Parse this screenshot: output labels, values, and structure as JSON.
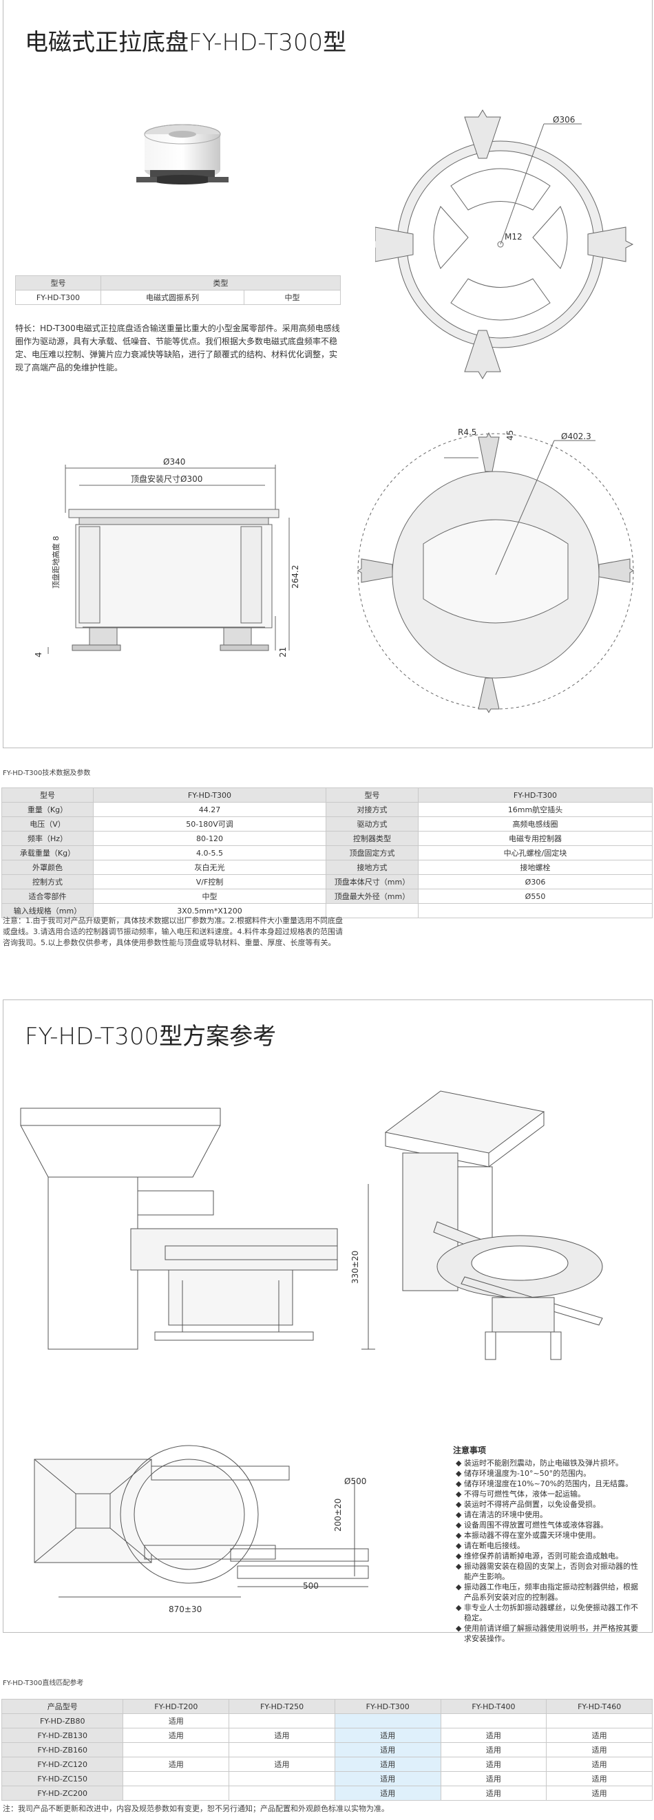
{
  "page": {
    "title": "电磁式正拉底盘FY-HD-T300型",
    "small_table": {
      "head": [
        "型号",
        "类型"
      ],
      "row": [
        "FY-HD-T300",
        "电磁式圆振系列",
        "中型"
      ]
    },
    "description": "特长：HD-T300电磁式正拉底盘适合输送重量比重大的小型金属零部件。采用高频电感线圈作为驱动源，具有大承载、低噪音、节能等优点。我们根据大多数电磁式底盘频率不稳定、电压难以控制、弹簧片应力衰减快等缺陷，进行了颠覆式的结构、材料优化调整，实现了高端产品的免维护性能。",
    "top_drawing": {
      "dim_dia": "Ø306",
      "dim_center": "M12"
    },
    "side_drawing": {
      "dim_top": "Ø340",
      "dim_mount": "顶盘安装尺寸Ø300",
      "dim_height": "264.2",
      "dim_21": "21",
      "dim_4": "4",
      "vertical_label": "顶盘距地高度 8"
    },
    "base_drawing": {
      "dim_r": "R4.5",
      "dim_45": "45",
      "dim_dia": "Ø402.3"
    }
  },
  "spec": {
    "caption": "FY-HD-T300技术数据及参数",
    "header": [
      "型号",
      "FY-HD-T300",
      "型号",
      "FY-HD-T300"
    ],
    "rows": [
      [
        "重量（Kg）",
        "44.27",
        "对接方式",
        "16mm航空插头"
      ],
      [
        "电压（V）",
        "50-180V可调",
        "驱动方式",
        "高频电感线圈"
      ],
      [
        "频率（Hz）",
        "80-120",
        "控制器类型",
        "电磁专用控制器"
      ],
      [
        "承载重量（Kg）",
        "4.0-5.5",
        "顶盘固定方式",
        "中心孔螺栓/固定块"
      ],
      [
        "外罩颜色",
        "灰白无光",
        "接地方式",
        "接地螺栓"
      ],
      [
        "控制方式",
        "V/F控制",
        "顶盘本体尺寸（mm）",
        "Ø306"
      ],
      [
        "适合零部件",
        "中型",
        "顶盘最大外径（mm）",
        "Ø550"
      ],
      [
        "输入线规格（mm）",
        "3X0.5mm*X1200",
        "",
        ""
      ]
    ],
    "note": "注意：1.由于我司对产品升级更新，具体技术数据以出厂参数为准。2.根据料件大小重量选用不同底盘或盘线。3.请选用合适的控制器调节振动频率，输入电压和送料速度。4.料件本身超过规格表的范围请咨询我司。5.以上参数仅供参考，具体使用参数性能与顶盘或导轨材料、重量、厚度、长度等有关。"
  },
  "scheme": {
    "title": "FY-HD-T300型方案参考",
    "dim_330": "330±20",
    "dim_500": "Ø500",
    "dim_200": "200±20",
    "dim_870": "870±30",
    "dim_500b": "500",
    "notes_title": "注意事项",
    "notes": [
      "装运时不能剧烈震动，防止电磁铁及弹片损坏。",
      "储存环境温度为-10°~50°的范围内。",
      "储存环境湿度在10%~70%的范围内，且无结露。",
      "不得与可燃性气体，液体一起运输。",
      "装运时不得将产品倒置，以免设备受损。",
      "请在清洁的环境中使用。",
      "设备周围不得放置可燃性气体或液体容器。",
      "本振动器不得在室外或露天环境中使用。",
      "请在断电后接线。",
      "维修保养前请断掉电源，否则可能会造成触电。",
      "振动器需安装在稳固的支架上，否则会对振动器的性能产生影响。",
      "振动器工作电压，频率由指定振动控制器供给，根据产品系列安装对应的控制器。",
      "非专业人士勿拆卸振动器螺丝，以免使振动器工作不稳定。",
      "使用前请详细了解振动器使用说明书，并严格按其要求安装操作。"
    ]
  },
  "match": {
    "caption": "FY-HD-T300直线匹配参考",
    "header": [
      "产品型号",
      "FY-HD-T200",
      "FY-HD-T250",
      "FY-HD-T300",
      "FY-HD-T400",
      "FY-HD-T460"
    ],
    "rows": [
      [
        "FY-HD-ZB80",
        "适用",
        "",
        "",
        "",
        ""
      ],
      [
        "FY-HD-ZB130",
        "适用",
        "适用",
        "适用",
        "适用",
        "适用"
      ],
      [
        "FY-HD-ZB160",
        "",
        "",
        "适用",
        "适用",
        "适用"
      ],
      [
        "FY-HD-ZC120",
        "适用",
        "适用",
        "适用",
        "适用",
        "适用"
      ],
      [
        "FY-HD-ZC150",
        "",
        "",
        "适用",
        "适用",
        "适用"
      ],
      [
        "FY-HD-ZC200",
        "",
        "",
        "适用",
        "适用",
        "适用"
      ]
    ],
    "footer": "注：我司产品不断更新和改进中，内容及规范参数如有变更，恕不另行通知；产品配置和外观颜色标准以实物为准。"
  }
}
